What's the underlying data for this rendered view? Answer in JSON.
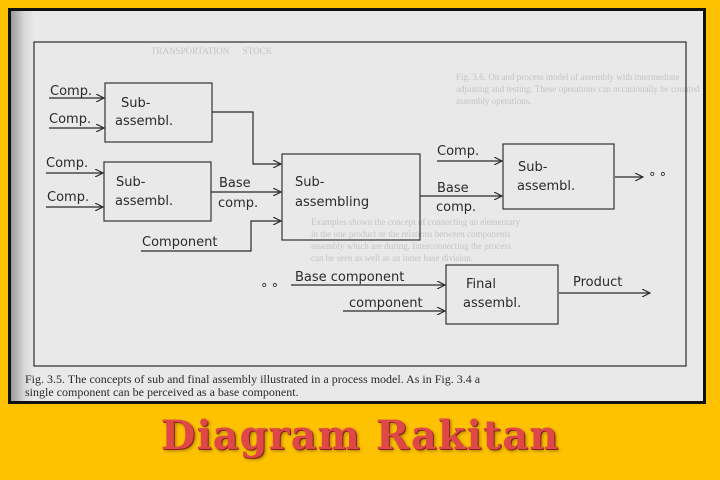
{
  "slide": {
    "title": "Diagram Rakitan",
    "background_color": "#fec200",
    "title_color": "#e04848"
  },
  "figure": {
    "caption_line1": "Fig. 3.5. The concepts of sub and final assembly illustrated in a process model. As in Fig. 3.4 a",
    "caption_line2": "single component can be perceived as a base component.",
    "nodes": {
      "sub1": [
        "Sub-",
        "assembl."
      ],
      "sub2": [
        "Sub-",
        "assembl."
      ],
      "center": [
        "Sub-",
        "assembling"
      ],
      "sub3": [
        "Sub-",
        "assembl."
      ],
      "final": [
        "Final",
        "assembl."
      ]
    },
    "labels": {
      "comp1": "Comp.",
      "comp2": "Comp.",
      "comp3": "Comp.",
      "comp4": "Comp.",
      "base_a": "Base",
      "comp_a": "comp.",
      "component": "Component",
      "comp5": "Comp.",
      "base_b": "Base",
      "comp_b": "comp.",
      "continue1": "° °",
      "continue2": "° °",
      "base_component": "Base component",
      "component2": "component",
      "product": "Product"
    }
  }
}
